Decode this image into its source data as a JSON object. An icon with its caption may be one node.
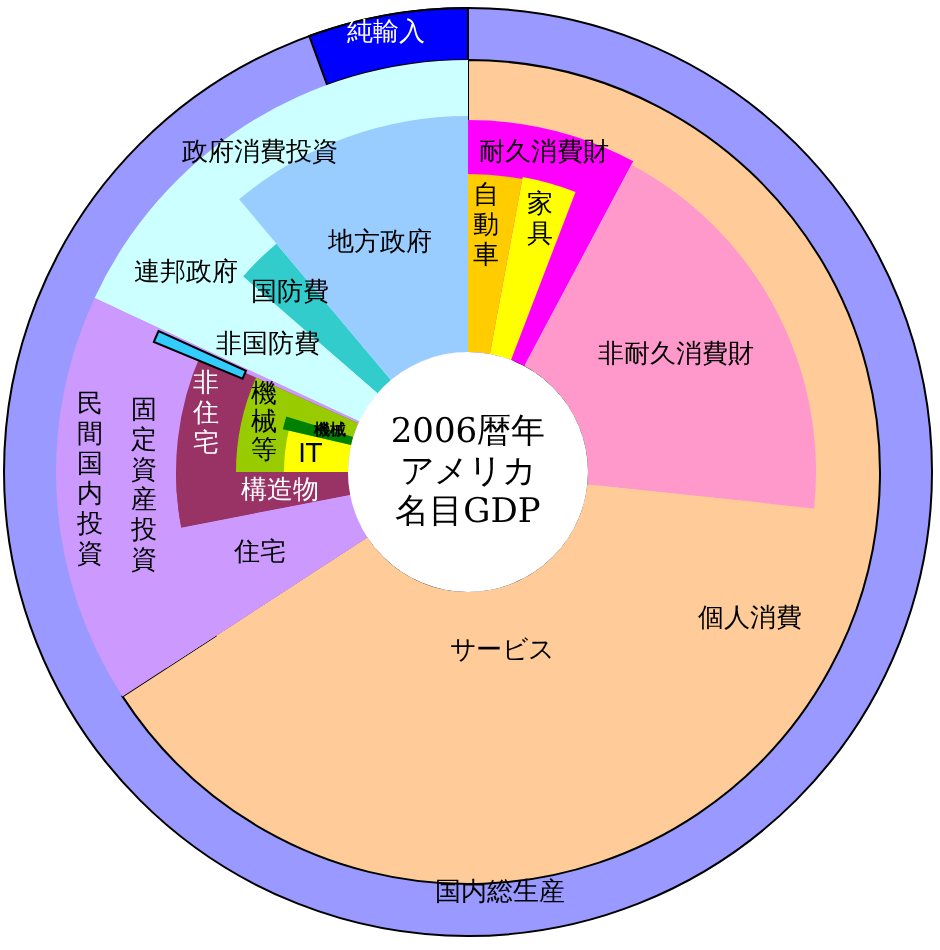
{
  "diagram": {
    "nodes": [
      {
        "text": [
          "国内総生産"
        ]
      },
      {
        "text": [
          "純輸入"
        ],
        "in": 0
      },
      {
        "text": [
          "個人消費"
        ],
        "in": 0
      },
      {
        "text": [
          "耐久消費財"
        ],
        "in": 2
      },
      {
        "text": [
          "自動車"
        ],
        "in": 3
      },
      {
        "text": [
          "家具"
        ],
        "in": 3
      },
      {
        "text": [
          "非耐久消費財"
        ],
        "in": 2
      },
      {
        "text": [
          "サービス"
        ],
        "in": 2
      },
      {
        "text": [
          "政府消費投資"
        ],
        "in": 0
      },
      {
        "text": [
          "連邦政府"
        ],
        "in": 8
      },
      {
        "text": [
          "国防費"
        ],
        "in": 9
      },
      {
        "text": [
          "非国防費"
        ],
        "in": 9
      },
      {
        "text": [
          "地方政府"
        ],
        "in": 8
      },
      {
        "text": [
          "民間国内投資"
        ],
        "in": 0
      },
      {
        "text": [
          "固定資産投資"
        ],
        "in": 13
      },
      {
        "text": [
          "非住宅"
        ],
        "in": 14
      },
      {
        "text": [
          "機械等"
        ],
        "in": 15
      },
      {
        "text": [
          "IT"
        ],
        "in": 16
      },
      {
        "text": [
          "機械"
        ],
        "in": 16
      },
      {
        "text": [
          "構造物"
        ],
        "in": 15
      },
      {
        "text": [
          "住宅"
        ],
        "in": 14
      },
      {
        "text": [],
        "shape": "bar",
        "in": 14
      },
      {
        "text": [
          "2006暦年アメリカ名目GDP"
        ],
        "in": 0
      }
    ]
  }
}
